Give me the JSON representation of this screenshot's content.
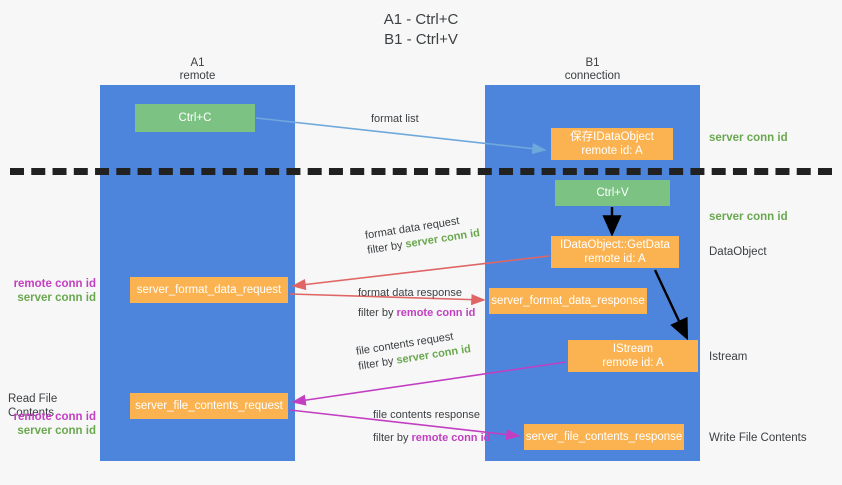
{
  "title": {
    "line1": "A1 - Ctrl+C",
    "line2": "B1 - Ctrl+V"
  },
  "lanes": [
    {
      "name": "A1",
      "subtitle": "remote",
      "color": "#4e85dc"
    },
    {
      "name": "B1",
      "subtitle": "connection",
      "color": "#4e85dc"
    }
  ],
  "boxes": {
    "ctrl_c": {
      "line1": "Ctrl+C",
      "line2": "",
      "color": "#7cc383"
    },
    "idataobject": {
      "line1": "保存IDataObject",
      "line2": "remote id: A",
      "color": "#fbb352"
    },
    "ctrl_v": {
      "line1": "Ctrl+V",
      "line2": "",
      "color": "#7cc383"
    },
    "getdata": {
      "line1": "IDataObject::GetData",
      "line2": "remote id: A",
      "color": "#fbb352"
    },
    "format_data_request": {
      "line1": "server_format_data_request",
      "color": "#fbb352"
    },
    "format_data_response": {
      "line1": "server_format_data_response",
      "color": "#fbb352"
    },
    "istream": {
      "line1": "IStream",
      "line2": "remote id: A",
      "color": "#fbb352"
    },
    "file_contents_request": {
      "line1": "server_file_contents_request",
      "color": "#fbb352"
    },
    "file_contents_response": {
      "line1": "server_file_contents_response",
      "color": "#fbb352"
    }
  },
  "edge_labels": {
    "format_list": "format list",
    "format_data_request": "format data request",
    "format_data_request_filter_prefix": "filter by ",
    "format_data_request_filter_value": "server conn id",
    "format_data_response": "format data response",
    "format_data_response_filter_prefix": "filter by ",
    "format_data_response_filter_value": "remote conn id",
    "file_contents_request": "file contents request",
    "file_contents_request_filter_prefix": "filter by ",
    "file_contents_request_filter_value": "server conn id",
    "file_contents_response": "file contents response",
    "file_contents_response_filter_prefix": "filter by ",
    "file_contents_response_filter_value": "remote conn id"
  },
  "annotations": {
    "server_conn_id": "server conn id",
    "remote_conn_id": "remote conn id",
    "dataobject": "DataObject",
    "istream": "Istream",
    "write_file_contents": "Write File Contents",
    "read_file_contents": "Read File Contents"
  },
  "colors": {
    "background": "#f7f7f7",
    "lane": "#4e85dc",
    "green_box": "#7cc383",
    "orange_box": "#fbb352",
    "server_conn_text": "#6aa84f",
    "remote_conn_text": "#c23fc2",
    "divider": "#212121",
    "arrow_blue": "#6fa8dc",
    "arrow_red": "#e06666",
    "arrow_magenta": "#c23fc2",
    "arrow_black": "#000000"
  }
}
